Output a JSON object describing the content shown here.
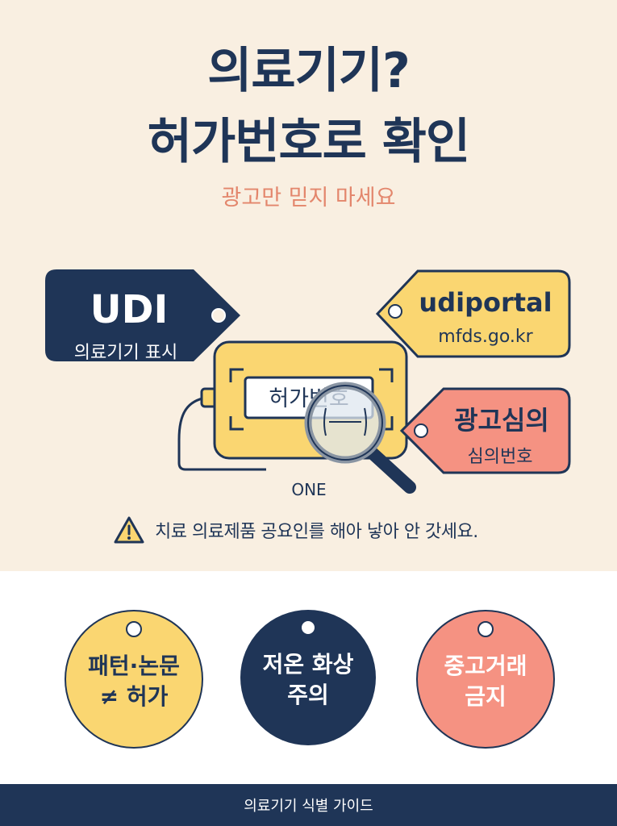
{
  "header": {
    "title_line1": "의료기기?",
    "title_line2": "허가번호로 확인",
    "subtitle": "광고만 믿지 마세요"
  },
  "illustration": {
    "udi_tag": {
      "title": "UDI",
      "subtitle": "의료기기 표시"
    },
    "udiportal_tag": {
      "title": "udiportal",
      "subtitle": "mfds.go.kr"
    },
    "ad_review_tag": {
      "title": "광고심의",
      "subtitle": "심의번호"
    },
    "device_label": "허가번호",
    "device_caption": "ONE"
  },
  "warning": {
    "text": "치료 의료제품 공요인를 해아 낳아 안 갓세요."
  },
  "tags": [
    {
      "label": "패턴·논문\n≠ 허가"
    },
    {
      "label": "저온 화상\n주의"
    },
    {
      "label": "중고거래\n금지"
    }
  ],
  "footer": {
    "text": "의료기기 식별 가이드"
  },
  "colors": {
    "navy": "#1f3557",
    "cream": "#f9efe1",
    "yellow": "#fad671",
    "salmon": "#f59282",
    "accent_text": "#e3866c"
  }
}
